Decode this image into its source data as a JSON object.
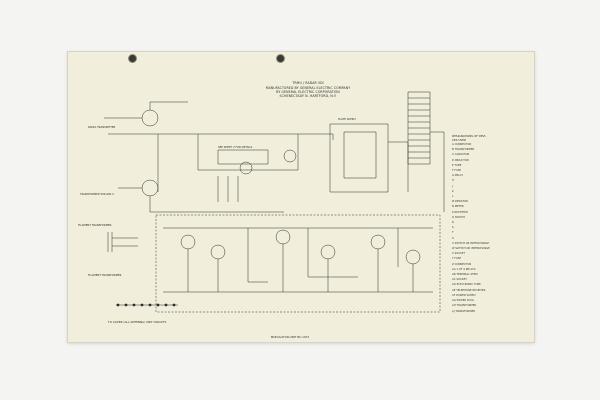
{
  "document": {
    "title": "TRMU / RADAR 5DI",
    "subtitle_lines": [
      "MANUFACTURED BY GENERAL ELECTRIC COMPANY",
      "BY GENERAL ELECTRIC CORPORATION",
      "SCHENECTADY N. HARTFORD, N.Y."
    ]
  },
  "labels": {
    "left_top": "RADIO TRANSMITTER",
    "left_mid": "FILAMENT TRANSFORMER",
    "left_lower": "FILAMENT TRANSFORMER",
    "left_bottom": "TRANSFORMER 500-600 V.",
    "center_note": "SEE SHEET 2 FOR DETAILS",
    "top_mid_note": "PLATE SUPPLY"
  },
  "legend": {
    "title_lines": [
      "DESIGNATIONS OF DEVI-",
      "CES USED"
    ],
    "items": [
      "A  CONNECTOR",
      "B  TRANSFORMER",
      "C  CAPACITOR",
      "D  INDUCTOR",
      "E  TUBE",
      "F  FUSE",
      "G  RELAY",
      "H",
      "J",
      "K",
      "L",
      "M  RESISTOR",
      "N  METER",
      "P  RECTIFIER",
      "Q  SWITCH",
      "R",
      "S",
      "T",
      "U",
      "V  SWITCH OR INTERCHANGE",
      "W  SWITCH OR INTERCHANGE",
      "X  SOCKET",
      "Y  FUSE",
      "Z  CONNECTOR",
      "AA  1 OF 4 RELAYS",
      "AB  TERMINAL STRIP",
      "AC  SOCKET",
      "AD  ELECTRONIC TUBE",
      "AE  TELEPHONE RECEIVER",
      "AF  POWER SUPPLY",
      "AG  POWER PLUG",
      "AH  TRANSFORMER",
      "AJ  TRANSFORMER"
    ]
  },
  "footer": {
    "left": "TO COVER (ALL ANTENNA) UNIT CIRCUITS",
    "center": "MODULATOR-UNIT  BC-1072"
  },
  "colors": {
    "sheet": "#f1eedc",
    "ink": "#2e2e28",
    "background": "#f4f4f2"
  }
}
